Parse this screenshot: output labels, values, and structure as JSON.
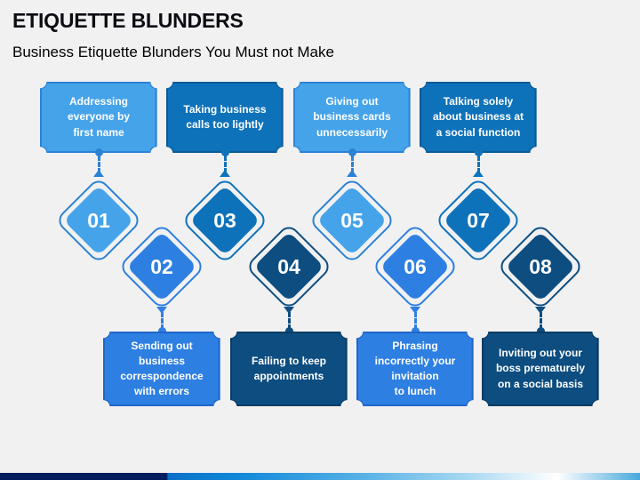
{
  "header": {
    "title": "ETIQUETTE BLUNDERS",
    "subtitle": "Business Etiquette Blunders You Must not Make"
  },
  "items": [
    {
      "number": "01",
      "label": "Addressing\neveryone by\nfirst name"
    },
    {
      "number": "02",
      "label": "Sending out\nbusiness\ncorrespondence\nwith errors"
    },
    {
      "number": "03",
      "label": "Taking business\ncalls too lightly"
    },
    {
      "number": "04",
      "label": "Failing to keep\nappointments"
    },
    {
      "number": "05",
      "label": "Giving out\nbusiness cards\nunnecessarily"
    },
    {
      "number": "06",
      "label": "Phrasing\nincorrectly your\ninvitation\nto lunch"
    },
    {
      "number": "07",
      "label": "Talking solely\nabout business at\na social function"
    },
    {
      "number": "08",
      "label": "Inviting out your\nboss prematurely\non a social basis"
    }
  ],
  "colors": {
    "light_blue": "#45a3ea",
    "medium_blue": "#2e7fe2",
    "dark_blue": "#0e72ba",
    "navy_blue": "#0d4d80",
    "background": "#f1f1f2",
    "accent_bar_navy": "#041d5e",
    "accent_bar_blue": "#0b6fc8"
  }
}
